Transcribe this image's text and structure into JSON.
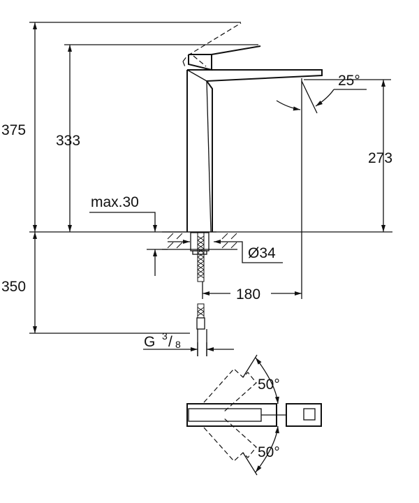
{
  "dimensions": {
    "total_height": "375",
    "spout_height_lever": "333",
    "spout_height": "273",
    "max_deck_thickness": "max.30",
    "hose_length": "350",
    "hole_diameter": "Ø34",
    "projection": "180",
    "spout_angle": "25°",
    "connection_g": "G",
    "connection_num": "3",
    "connection_den": "8",
    "swivel_left": "50°",
    "swivel_right": "50°"
  }
}
